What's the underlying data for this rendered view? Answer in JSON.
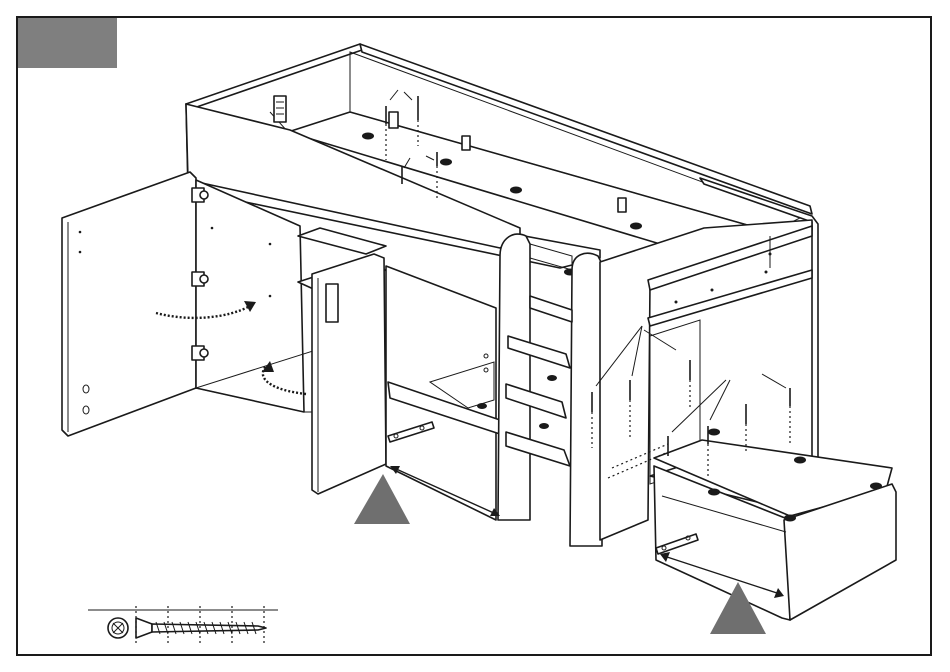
{
  "step": {
    "number": ""
  },
  "colors": {
    "line": "#1a1a1a",
    "badge": "#7f7f7f",
    "marker": "#6f6f6f",
    "background": "#ffffff"
  },
  "icons": {
    "screw_head": "screw-head-icon",
    "screw": "screw-icon",
    "cam_lock": "cam-lock-icon",
    "drawer_runner": "drawer-runner-icon",
    "hinge": "hinge-icon"
  },
  "callouts": [
    {
      "name": "door-swing-arrow"
    },
    {
      "name": "door-close-arrow"
    },
    {
      "name": "drawer-slide-arrow-left"
    },
    {
      "name": "drawer-slide-arrow-right"
    }
  ]
}
